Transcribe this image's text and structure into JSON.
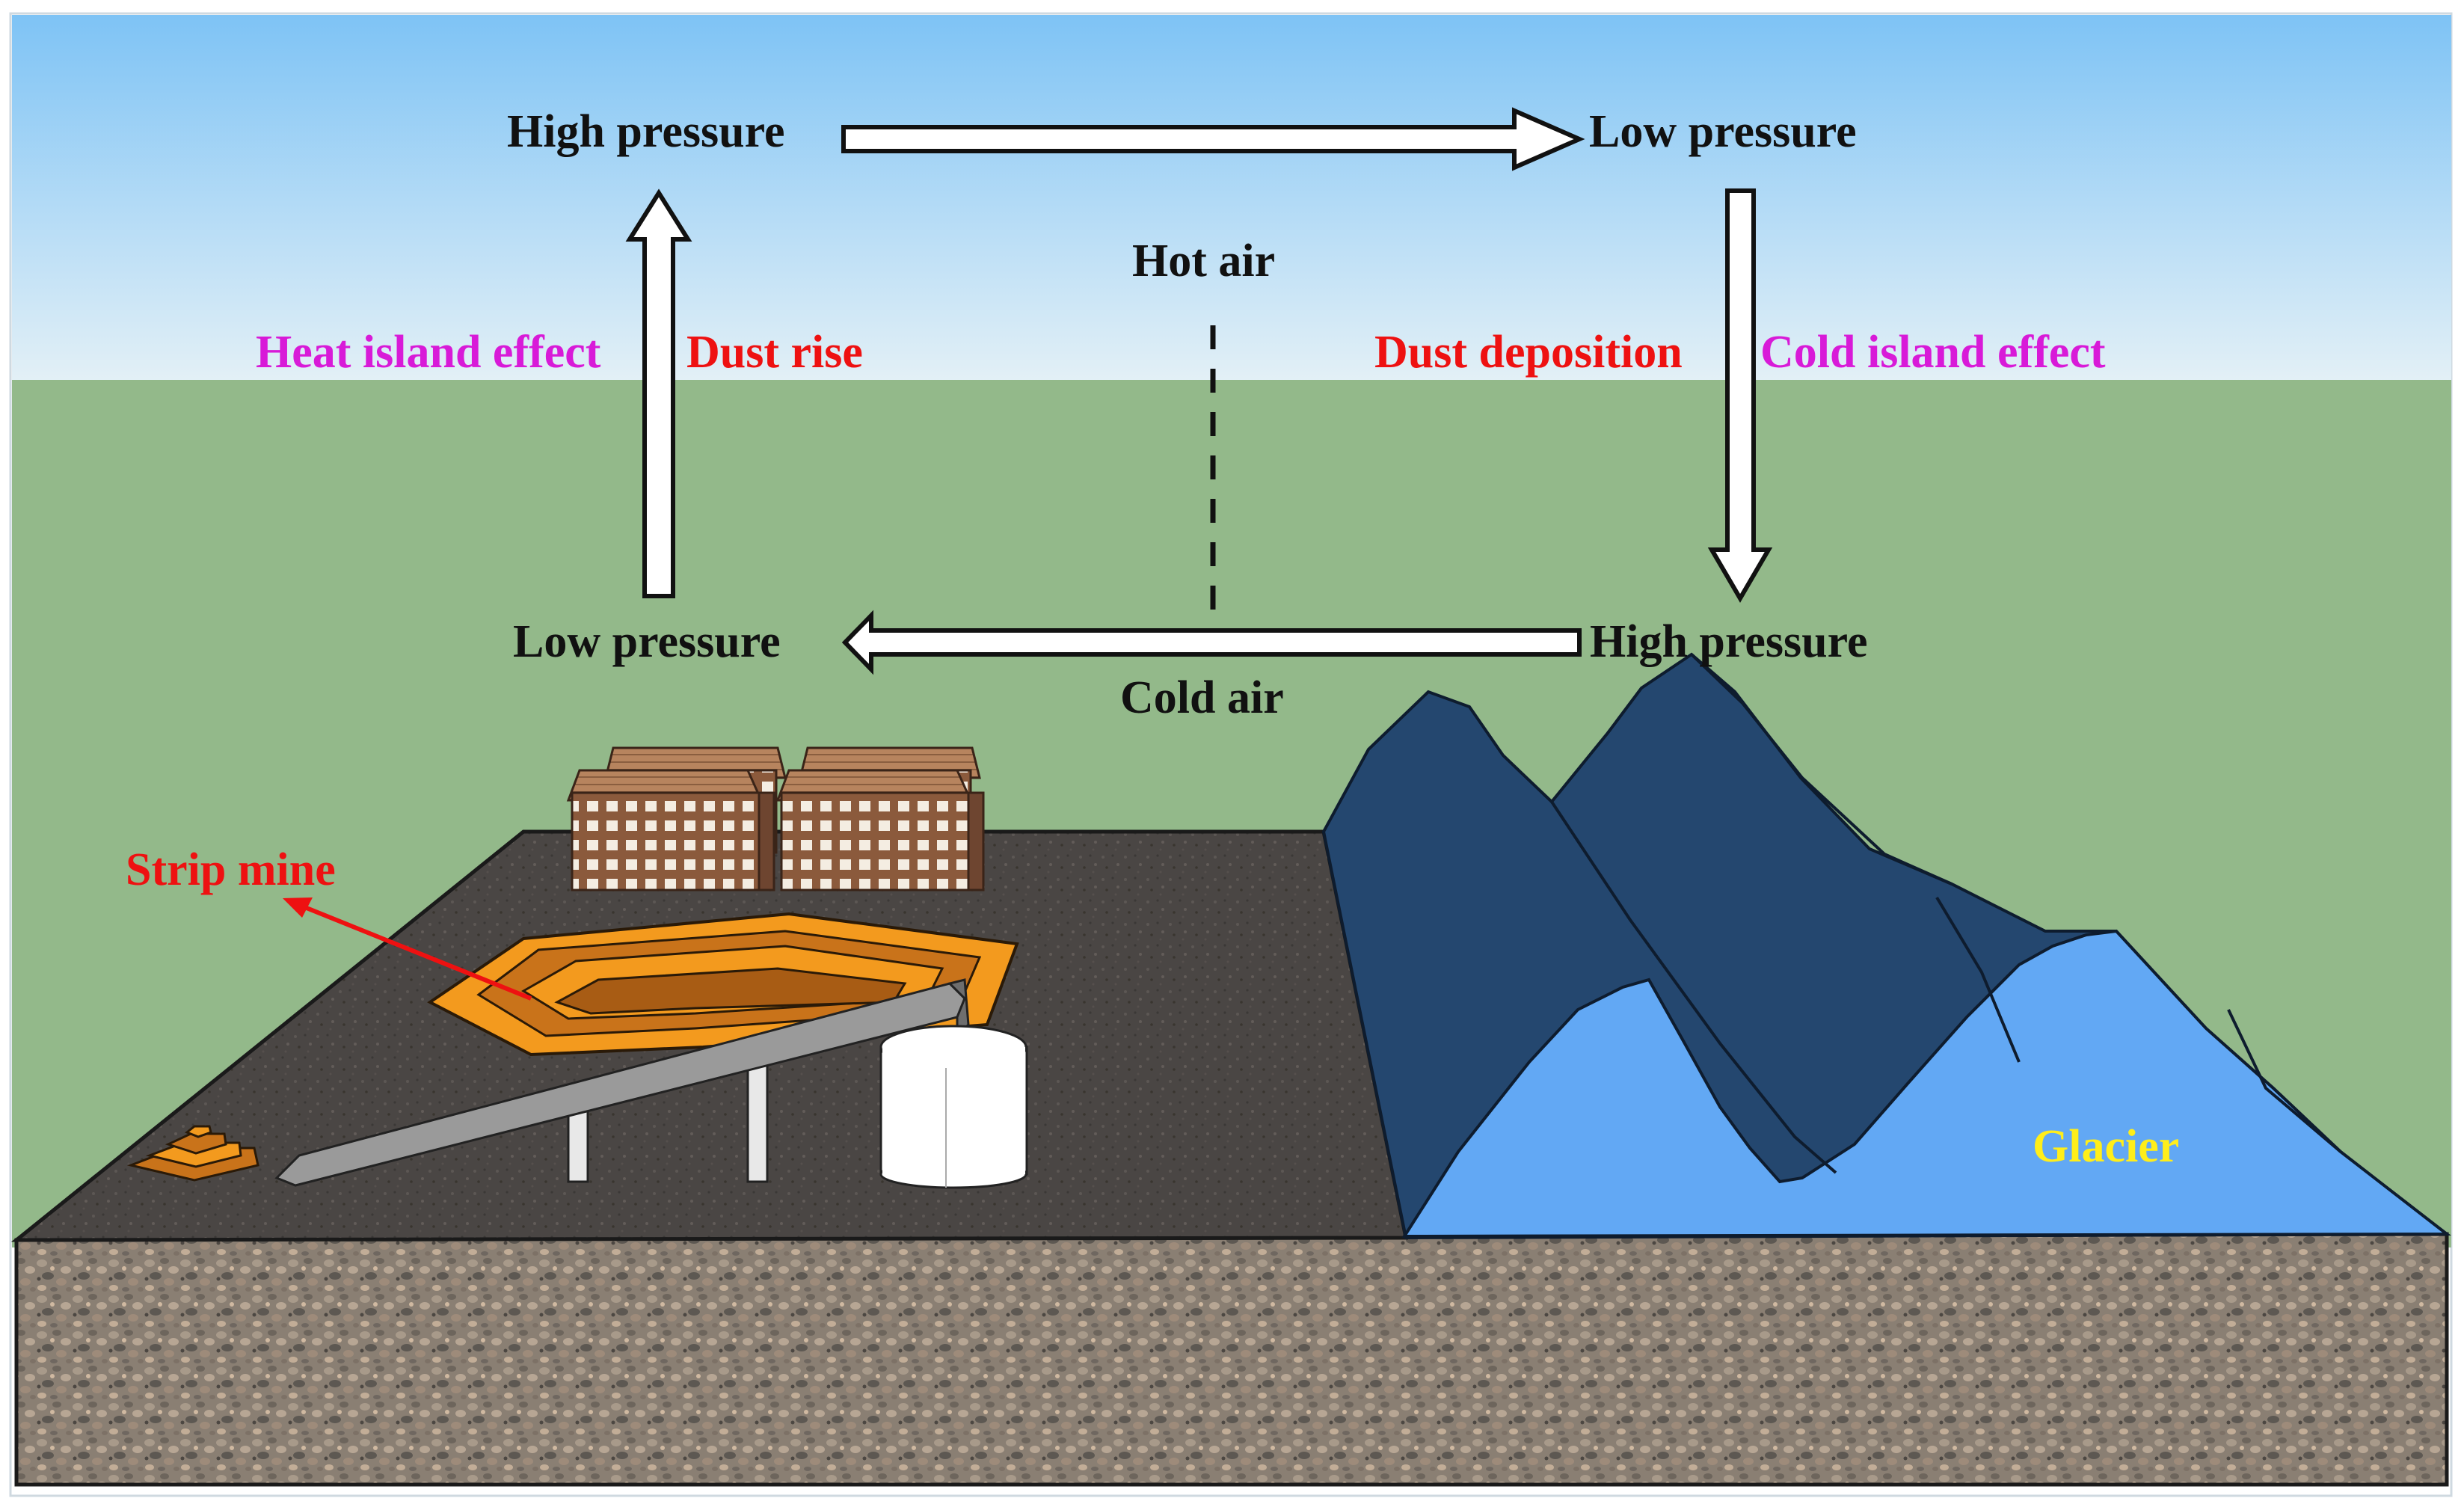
{
  "labels": {
    "high_pressure_top": "High pressure",
    "low_pressure_top": "Low pressure",
    "hot_air": "Hot air",
    "heat_island": "Heat island effect",
    "dust_rise": "Dust rise",
    "dust_deposition": "Dust deposition",
    "cold_island": "Cold island effect",
    "low_pressure_bottom": "Low pressure",
    "high_pressure_bottom": "High pressure",
    "cold_air": "Cold air",
    "strip_mine": "Strip mine",
    "glacier": "Glacier"
  },
  "colors": {
    "sky_top": "#7ec3f5",
    "sky_bottom": "#e3f0f6",
    "grass": "#93b98a",
    "ground_top": "#4a4644",
    "ground_side": "#8a7f73",
    "mountain_dark": "#24476f",
    "glacier": "#62a8f4",
    "mine_orange": "#f39a1e",
    "conveyor": "#9a9a9a",
    "building": "#8b5a3c",
    "effect_label": "#d81ad8",
    "dust_label": "#ee1111",
    "strip_mine_label": "#ee1111",
    "glacier_label": "#ffee1a",
    "arrow": "#111111"
  }
}
